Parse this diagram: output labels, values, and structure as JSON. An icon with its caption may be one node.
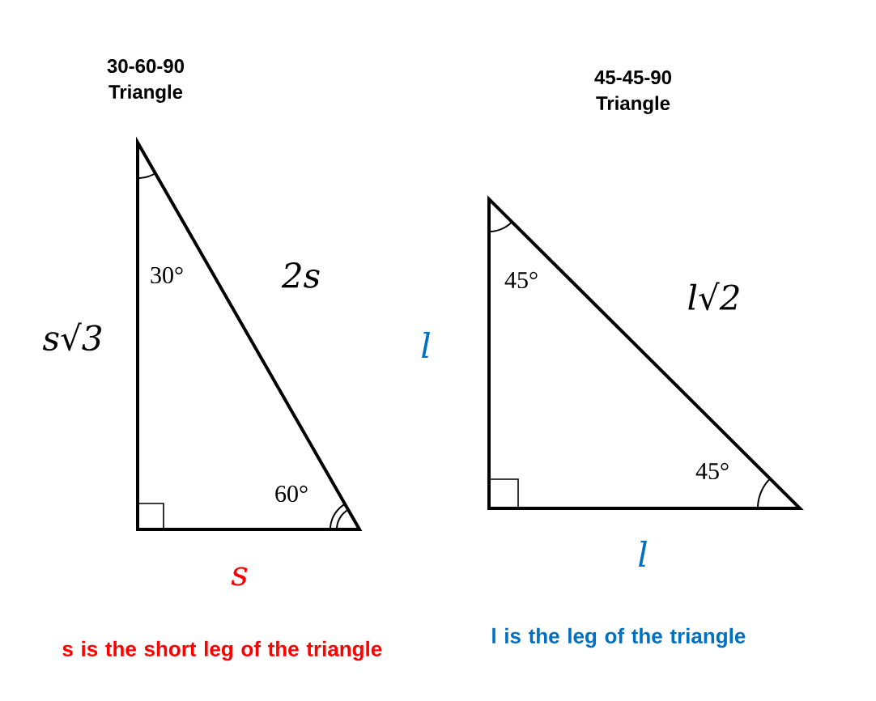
{
  "diagram": {
    "nodes": [
      {
        "text": [
          "30-60-90 Triangle"
        ]
      },
      {
        "text": [
          "45-45-90 Triangle"
        ]
      }
    ],
    "edges": [],
    "labels": [
      "30°",
      "2s",
      "s√3",
      "60°",
      "s",
      "s is the short leg of the triangle",
      "45°",
      "l√2",
      "l",
      "45°",
      "l",
      "l is the leg of the triangle"
    ]
  }
}
